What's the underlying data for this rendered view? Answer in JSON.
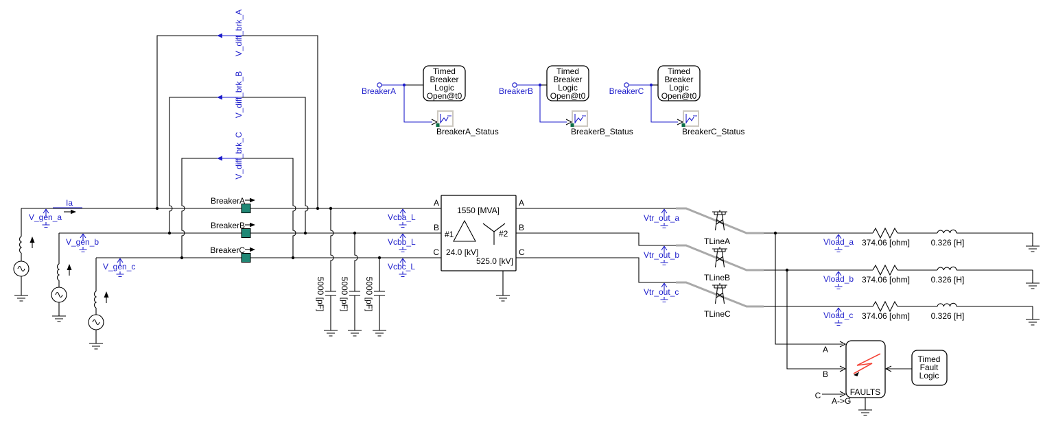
{
  "colors": {
    "wire": "#000000",
    "blue": "#1d1dcb",
    "breaker_green": "#208775",
    "tline_gray": "#a9a9a9",
    "fault_red": "#f44336",
    "status_green": "#0a6e46",
    "scope_border": "#ccc8c0"
  },
  "generators": {
    "current_label": "Ia",
    "items": [
      {
        "meter": "V_gen_a"
      },
      {
        "meter": "V_gen_b"
      },
      {
        "meter": "V_gen_c"
      }
    ]
  },
  "diff_meters": {
    "items": [
      {
        "label": "V_diff_brk_A"
      },
      {
        "label": "V_diff_brk_B"
      },
      {
        "label": "V_diff_brk_C"
      }
    ]
  },
  "breakers": {
    "items": [
      {
        "label": "BreakerA"
      },
      {
        "label": "BreakerB"
      },
      {
        "label": "BreakerC"
      }
    ]
  },
  "breaker_logic": {
    "block_lines": [
      "Timed",
      "Breaker",
      "Logic",
      "Open@t0"
    ],
    "items": [
      {
        "signal": "BreakerA",
        "status": "BreakerA_Status"
      },
      {
        "signal": "BreakerB",
        "status": "BreakerB_Status"
      },
      {
        "signal": "BreakerC",
        "status": "BreakerC_Status"
      }
    ]
  },
  "capacitors": {
    "value": "5000 [pF]"
  },
  "cb_meters": {
    "items": [
      {
        "label": "Vcba_L"
      },
      {
        "label": "Vcbb_L"
      },
      {
        "label": "Vcbc_L"
      }
    ]
  },
  "transformer": {
    "rating": "1550 [MVA]",
    "winding1": "#1",
    "winding2": "#2",
    "voltage1": "24.0 [kV]",
    "voltage2": "525.0 [kV]",
    "left_terminals": [
      "A",
      "B",
      "C"
    ],
    "right_terminals": [
      "A",
      "B",
      "C"
    ]
  },
  "tr_meters": {
    "items": [
      {
        "label": "Vtr_out_a"
      },
      {
        "label": "Vtr_out_b"
      },
      {
        "label": "Vtr_out_c"
      }
    ]
  },
  "tlines": {
    "items": [
      {
        "label": "TLineA"
      },
      {
        "label": "TLineB"
      },
      {
        "label": "TLineC"
      }
    ]
  },
  "loads": {
    "items": [
      {
        "meter": "Vload_a",
        "resistance": "374.06 [ohm]",
        "inductance": "0.326 [H]"
      },
      {
        "meter": "Vload_b",
        "resistance": "374.06 [ohm]",
        "inductance": "0.326 [H]"
      },
      {
        "meter": "Vload_c",
        "resistance": "374.06 [ohm]",
        "inductance": "0.326 [H]"
      }
    ]
  },
  "fault": {
    "title": "FAULTS",
    "inputs": [
      "A",
      "B",
      "C"
    ],
    "fault_type": "A->G",
    "logic_lines": [
      "Timed",
      "Fault",
      "Logic"
    ]
  }
}
